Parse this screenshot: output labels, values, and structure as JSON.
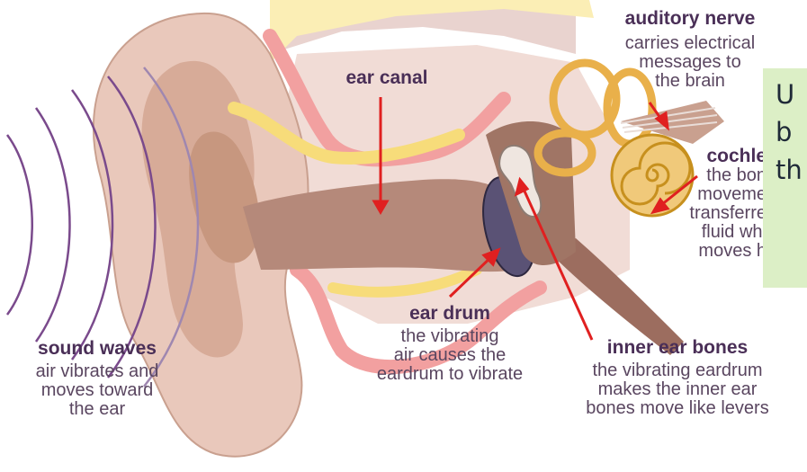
{
  "labels": {
    "auditory_nerve": {
      "title": "auditory nerve",
      "desc": [
        "carries electrical",
        "messages to",
        "the brain"
      ]
    },
    "ear_canal": {
      "title": "ear canal"
    },
    "cochlea": {
      "title": "cochle",
      "desc": [
        "the bon",
        "moveme",
        "transferre",
        "fluid whi",
        "moves h"
      ]
    },
    "ear_drum": {
      "title": "ear drum",
      "desc": [
        "the vibrating",
        "air causes the",
        "eardrum to vibrate"
      ]
    },
    "sound_waves": {
      "title": "sound waves",
      "desc": [
        "air vibrates and",
        "moves toward",
        "the ear"
      ]
    },
    "inner_ear_bones": {
      "title": "inner ear bones",
      "desc": [
        "the vibrating eardrum",
        "makes the inner ear",
        "bones move like levers"
      ]
    }
  },
  "overlay": {
    "lines": [
      "U",
      "b",
      "th"
    ]
  },
  "colors": {
    "skin": "#e8c9bc",
    "skin_dark": "#c49a86",
    "canal": "#b5897a",
    "pink": "#f2a0a0",
    "cream": "#fbeeb5",
    "bone": "#f0c97a",
    "bone_dark": "#c7901e",
    "drum": "#5a5275",
    "arrow": "#e02020",
    "waves": "#7a4a8c",
    "overlay_bg": "#dcefc6"
  }
}
